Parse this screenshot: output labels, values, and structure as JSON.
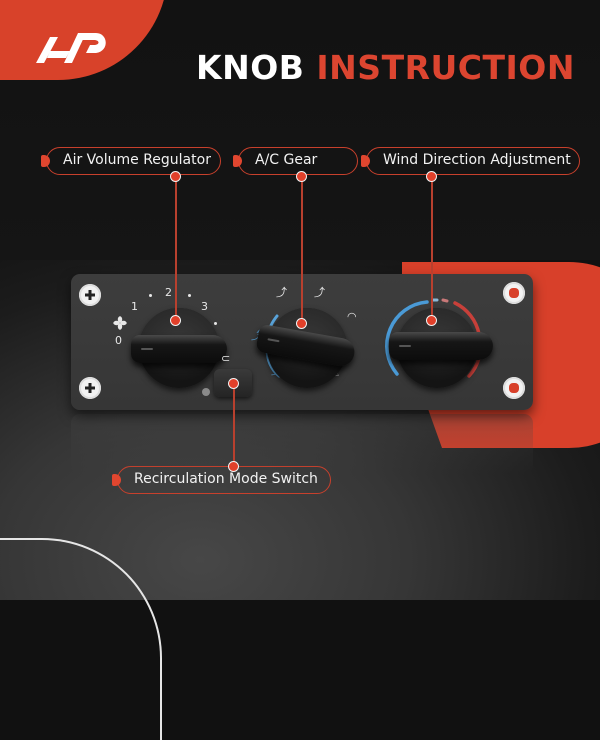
{
  "brand": {
    "logo_text": "AP",
    "brand_color": "#d8422a"
  },
  "title": {
    "part1": "KNOB",
    "part2": "INSTRUCTION",
    "part1_color": "#ffffff",
    "part2_color": "#dc4530"
  },
  "callouts": [
    {
      "label": "Air Volume Regulator"
    },
    {
      "label": "A/C Gear"
    },
    {
      "label": "Wind Direction Adjustment"
    },
    {
      "label": "Recirculation Mode Switch"
    }
  ],
  "panel": {
    "fan_knob": {
      "speed_labels": [
        "0",
        "1",
        "2",
        "3"
      ],
      "icon": "fan-icon"
    },
    "mode_knob": {
      "icons": [
        "vent-face-icon",
        "vent-bilevel-icon",
        "windshield-floor-icon",
        "defrost-icon",
        "vent-floor-icon",
        "vent-face-floor-icon"
      ]
    },
    "temp_knob": {
      "cold_color": "#4a9ad6",
      "hot_color": "#c8403a"
    },
    "recirc_icon": "recirculation-icon",
    "accent_blue": "#5aa5dc"
  }
}
